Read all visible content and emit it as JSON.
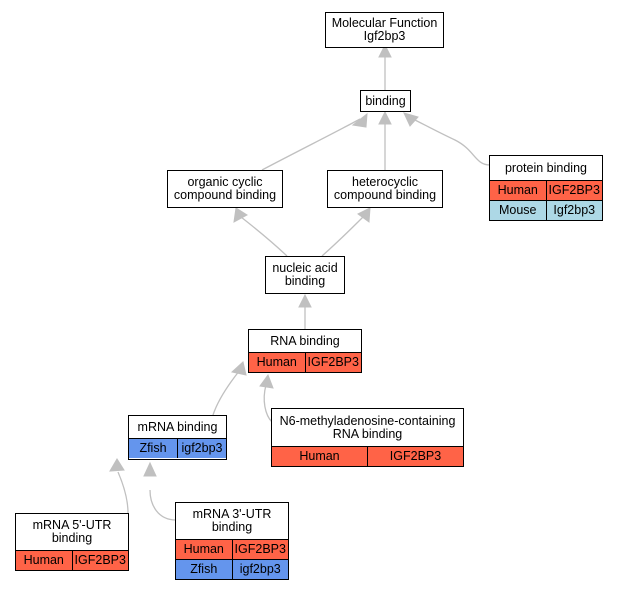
{
  "nodes": {
    "root": {
      "line1": "Molecular Function",
      "line2": "Igf2bp3"
    },
    "binding": {
      "line1": "binding"
    },
    "organic": {
      "line1": "organic cyclic",
      "line2": "compound binding"
    },
    "hetero": {
      "line1": "heterocyclic",
      "line2": "compound binding"
    },
    "protein": {
      "line1": "protein binding",
      "rows": [
        {
          "species": "Human",
          "gene": "IGF2BP3"
        },
        {
          "species": "Mouse",
          "gene": "Igf2bp3"
        }
      ]
    },
    "nucleic": {
      "line1": "nucleic acid",
      "line2": "binding"
    },
    "rna": {
      "line1": "RNA binding",
      "rows": [
        {
          "species": "Human",
          "gene": "IGF2BP3"
        }
      ]
    },
    "mrna": {
      "line1": "mRNA binding",
      "rows": [
        {
          "species": "Zfish",
          "gene": "igf2bp3"
        }
      ]
    },
    "m6a": {
      "line1": "N6-methyladenosine-containing",
      "line2": "RNA binding",
      "rows": [
        {
          "species": "Human",
          "gene": "IGF2BP3"
        }
      ]
    },
    "utr5": {
      "line1": "mRNA 5'-UTR",
      "line2": "binding",
      "rows": [
        {
          "species": "Human",
          "gene": "IGF2BP3"
        }
      ]
    },
    "utr3": {
      "line1": "mRNA 3'-UTR",
      "line2": "binding",
      "rows": [
        {
          "species": "Human",
          "gene": "IGF2BP3"
        },
        {
          "species": "Zfish",
          "gene": "igf2bp3"
        }
      ]
    }
  },
  "colors": {
    "human": "#ff6347",
    "mouse": "#add8e6",
    "zfish": "#6495ed",
    "edge": "#c0c0c0",
    "border": "#000000"
  }
}
